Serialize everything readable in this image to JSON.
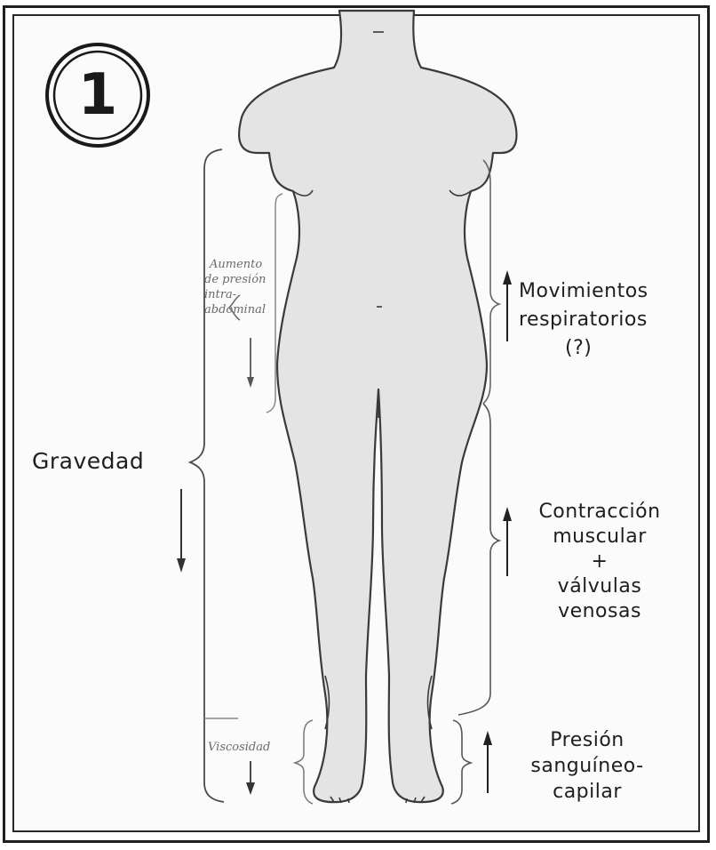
{
  "figure": {
    "number": "1",
    "labels": {
      "gravedad": "Gravedad",
      "aumento": [
        "Aumento",
        "de presión",
        "intra-",
        "abdominal"
      ],
      "viscosidad": "Viscosidad",
      "movimientos": [
        "Movimientos",
        "respiratorios",
        "(?)"
      ],
      "contraccion": [
        "Contracción",
        "muscular",
        "+",
        "válvulas",
        "venosas"
      ],
      "presion": [
        "Presión",
        "sanguíneo-",
        "capilar"
      ]
    }
  }
}
